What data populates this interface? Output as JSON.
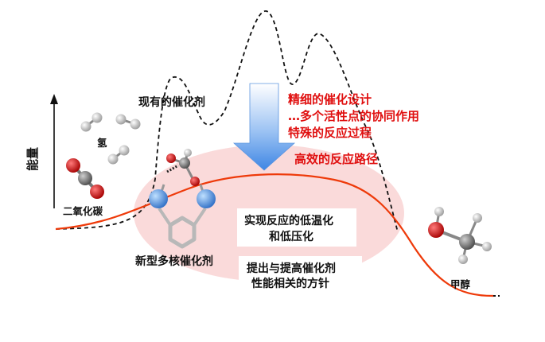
{
  "axis": {
    "y_label": "能量"
  },
  "labels": {
    "current_catalyst": "现有的催化剂",
    "hydrogen": "氢",
    "carbon_dioxide": "二氧化碳",
    "new_catalyst": "新型多核催化剂",
    "methanol": "甲醇",
    "efficient_path": "高效的反应路径",
    "low_temp": "实现反应的低温化",
    "low_pressure": "和低压化",
    "guideline_1": "提出与提高催化剂",
    "guideline_2": "性能相关的方针"
  },
  "design_notes": [
    "精细的催化设计",
    "…多个活性点的协同作用",
    "特殊的反应过程"
  ],
  "colors": {
    "red_text": "#e01010",
    "path_curve": "#ee3a0a",
    "halo": "#f9d3d3",
    "arrow": "#4f8ee6",
    "nitrogen_atom": "#4a90d9",
    "oxygen_atom": "#d31414",
    "carbon_atom": "#8a8a8a",
    "hydrogen_atom": "#d8d8d8",
    "ring": "#b8b8b8"
  }
}
